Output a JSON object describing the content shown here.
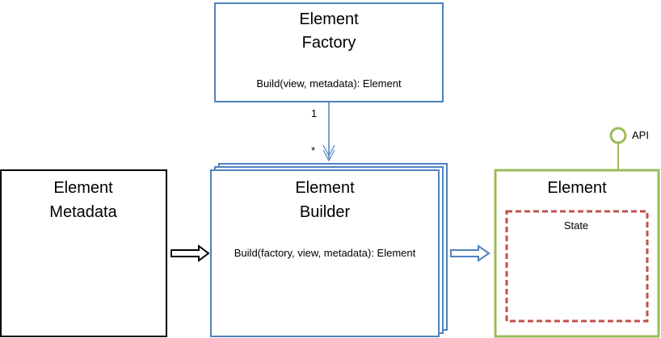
{
  "colors": {
    "blue": "#4f81bd",
    "green": "#9bbb59",
    "red": "#c0504d",
    "black": "#000000"
  },
  "factory": {
    "title_line1": "Element",
    "title_line2": "Factory",
    "method": "Build(view, metadata): Element"
  },
  "association": {
    "source_multiplicity": "1",
    "target_multiplicity": "*"
  },
  "metadata": {
    "title_line1": "Element",
    "title_line2": "Metadata"
  },
  "builder": {
    "title_line1": "Element",
    "title_line2": "Builder",
    "method": "Build(factory, view, metadata): Element"
  },
  "element": {
    "title": "Element",
    "interface_label": "API",
    "state_label": "State"
  }
}
